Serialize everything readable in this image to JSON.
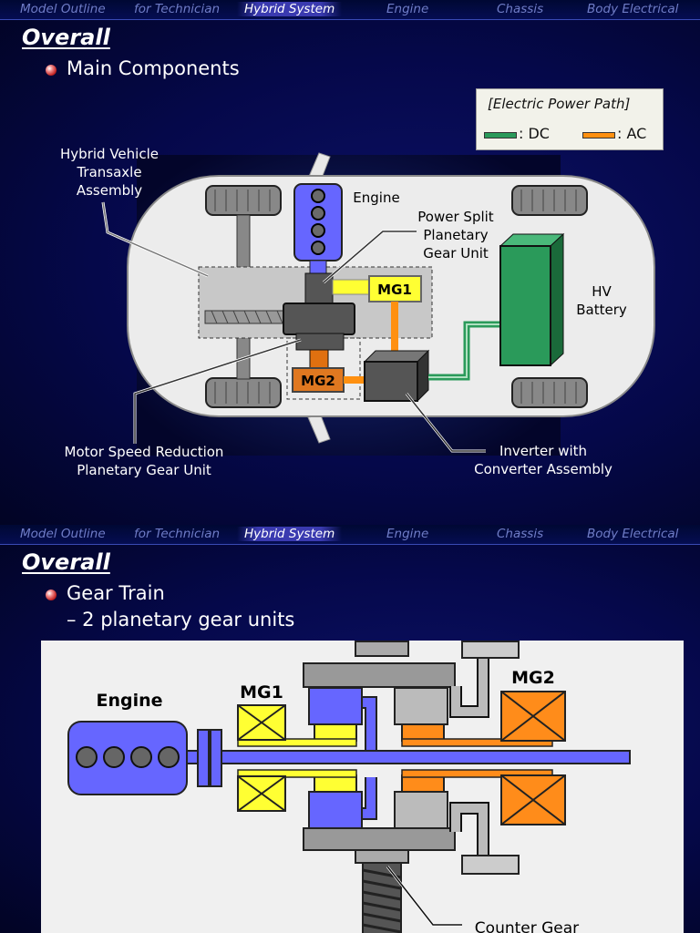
{
  "nav": {
    "items": [
      "Model Outline",
      "for Technician",
      "Hybrid System",
      "Engine",
      "Chassis",
      "Body Electrical"
    ],
    "active": "Hybrid System"
  },
  "slide1": {
    "heading": "Overall",
    "bullet": "Main Components",
    "legend": {
      "title": "[Electric Power Path]",
      "dc_label": ": DC",
      "ac_label": ": AC"
    },
    "labels": {
      "transaxle": [
        "Hybrid Vehicle",
        "Transaxle",
        "Assembly"
      ],
      "engine": "Engine",
      "power_split": [
        "Power Split",
        "Planetary",
        "Gear Unit"
      ],
      "mg1": "MG1",
      "mg2": "MG2",
      "hv_battery": [
        "HV",
        "Battery"
      ],
      "motor_speed": [
        "Motor Speed Reduction",
        "Planetary Gear Unit"
      ],
      "inverter": [
        "Inverter with",
        "Converter Assembly"
      ]
    }
  },
  "slide2": {
    "heading": "Overall",
    "bullet": "Gear Train",
    "sub_bullet": "– 2 planetary gear units",
    "labels": {
      "engine": "Engine",
      "mg1": "MG1",
      "mg2": "MG2",
      "counter_gear": "Counter Gear"
    }
  },
  "colors": {
    "dc_path": "#2a9a5a",
    "ac_path": "#ff9010",
    "engine": "#6666ff",
    "mg1": "#ffff33",
    "mg2": "#ff8c1a",
    "hv_battery": "#2a9a5a",
    "bullet": "#c02020"
  }
}
